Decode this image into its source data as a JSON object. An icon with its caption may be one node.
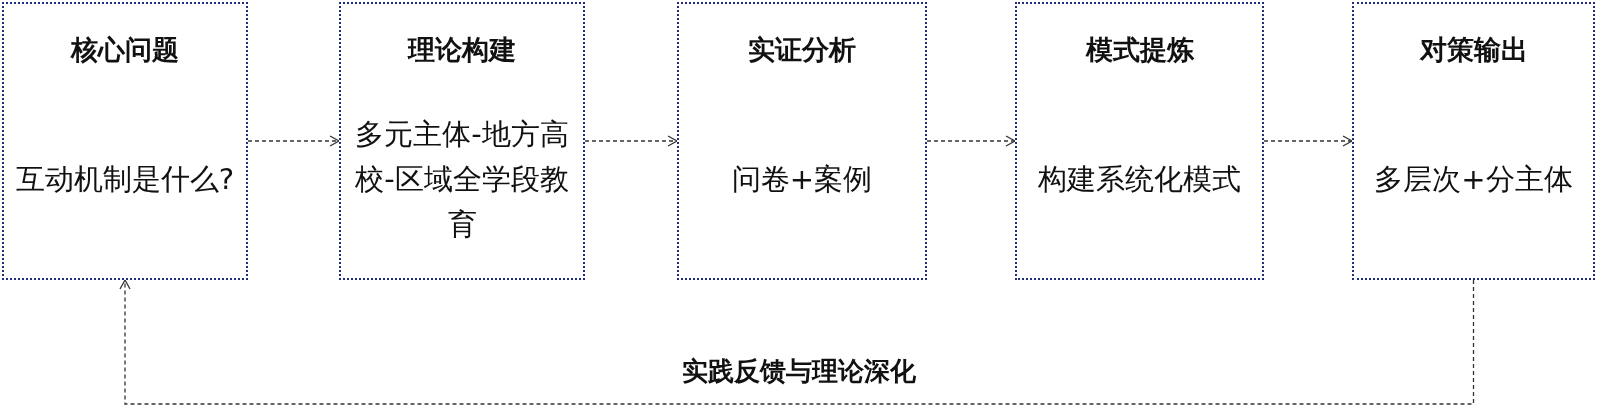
{
  "diagram": {
    "nodes": [
      {
        "text": [
          "核心问题",
          "互动机制是什么?"
        ]
      },
      {
        "text": [
          "理论构建",
          "多元主体-地方高校-区域全学段教育"
        ]
      },
      {
        "text": [
          "实证分析",
          "问卷+案例"
        ]
      },
      {
        "text": [
          "模式提炼",
          "构建系统化模式"
        ]
      },
      {
        "text": [
          "对策输出",
          "多层次+分主体"
        ]
      }
    ],
    "edges": [
      {
        "from": 0,
        "to": 1,
        "arrow": "to",
        "style": "dashed"
      },
      {
        "from": 1,
        "to": 2,
        "arrow": "to",
        "style": "dashed"
      },
      {
        "from": 2,
        "to": 3,
        "arrow": "to",
        "style": "dashed"
      },
      {
        "from": 3,
        "to": 4,
        "arrow": "to",
        "style": "dashed"
      },
      {
        "from": 4,
        "to": 0,
        "arrow": "to",
        "style": "dashed",
        "label": "实践反馈与理论深化"
      }
    ]
  }
}
